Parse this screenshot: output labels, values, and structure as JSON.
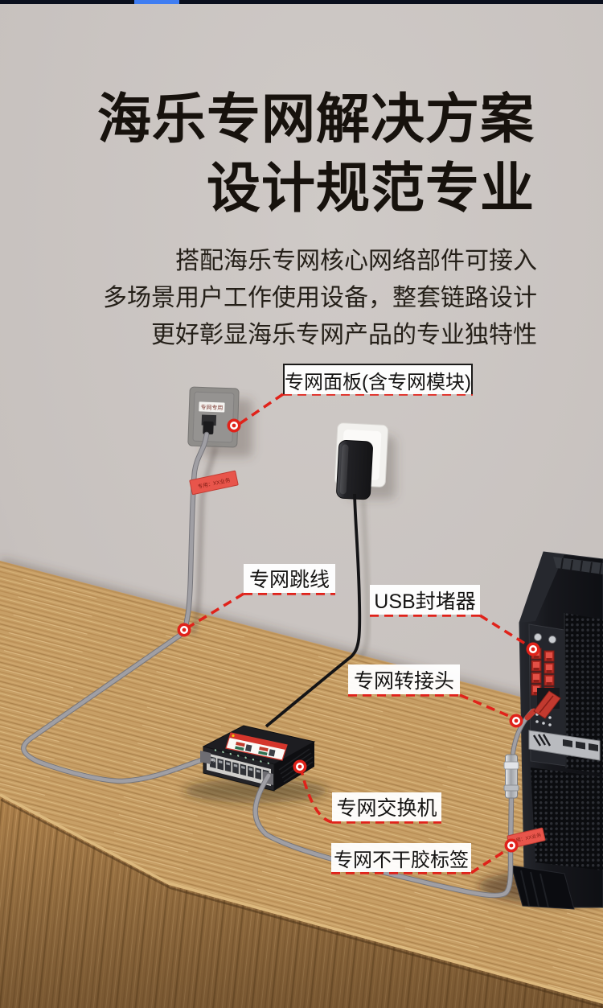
{
  "topbar": {
    "bg": "#0a0f1d",
    "accent": "#3f7df2"
  },
  "title": {
    "line1": "海乐专网解决方案",
    "line2": "设计规范专业"
  },
  "intro": {
    "line1": "搭配海乐专网核心网络部件可接入",
    "line2": "多场景用户工作使用设备，整套链路设计",
    "line3": "更好彰显海乐专网产品的专业独特性"
  },
  "callouts": {
    "panel": "专网面板(含专网模块)",
    "jumper": "专网跳线",
    "usb_blocker": "USB封堵器",
    "adapter": "专网转接头",
    "switch": "专网交换机",
    "sticker": "专网不干胶标签"
  },
  "scene": {
    "wall_plate_tag": "专网专用",
    "cable_sticker": "专用：XX业务",
    "pc_sticker": "专用：XX业务",
    "switch_brand": "海乐"
  },
  "colors": {
    "accent_red": "#e0221a",
    "wall": "#c8c3c0",
    "wood_top": "#c79f66",
    "wood_front": "#ad804b",
    "ink": "#17120d",
    "label_bg": "#ffffff"
  }
}
